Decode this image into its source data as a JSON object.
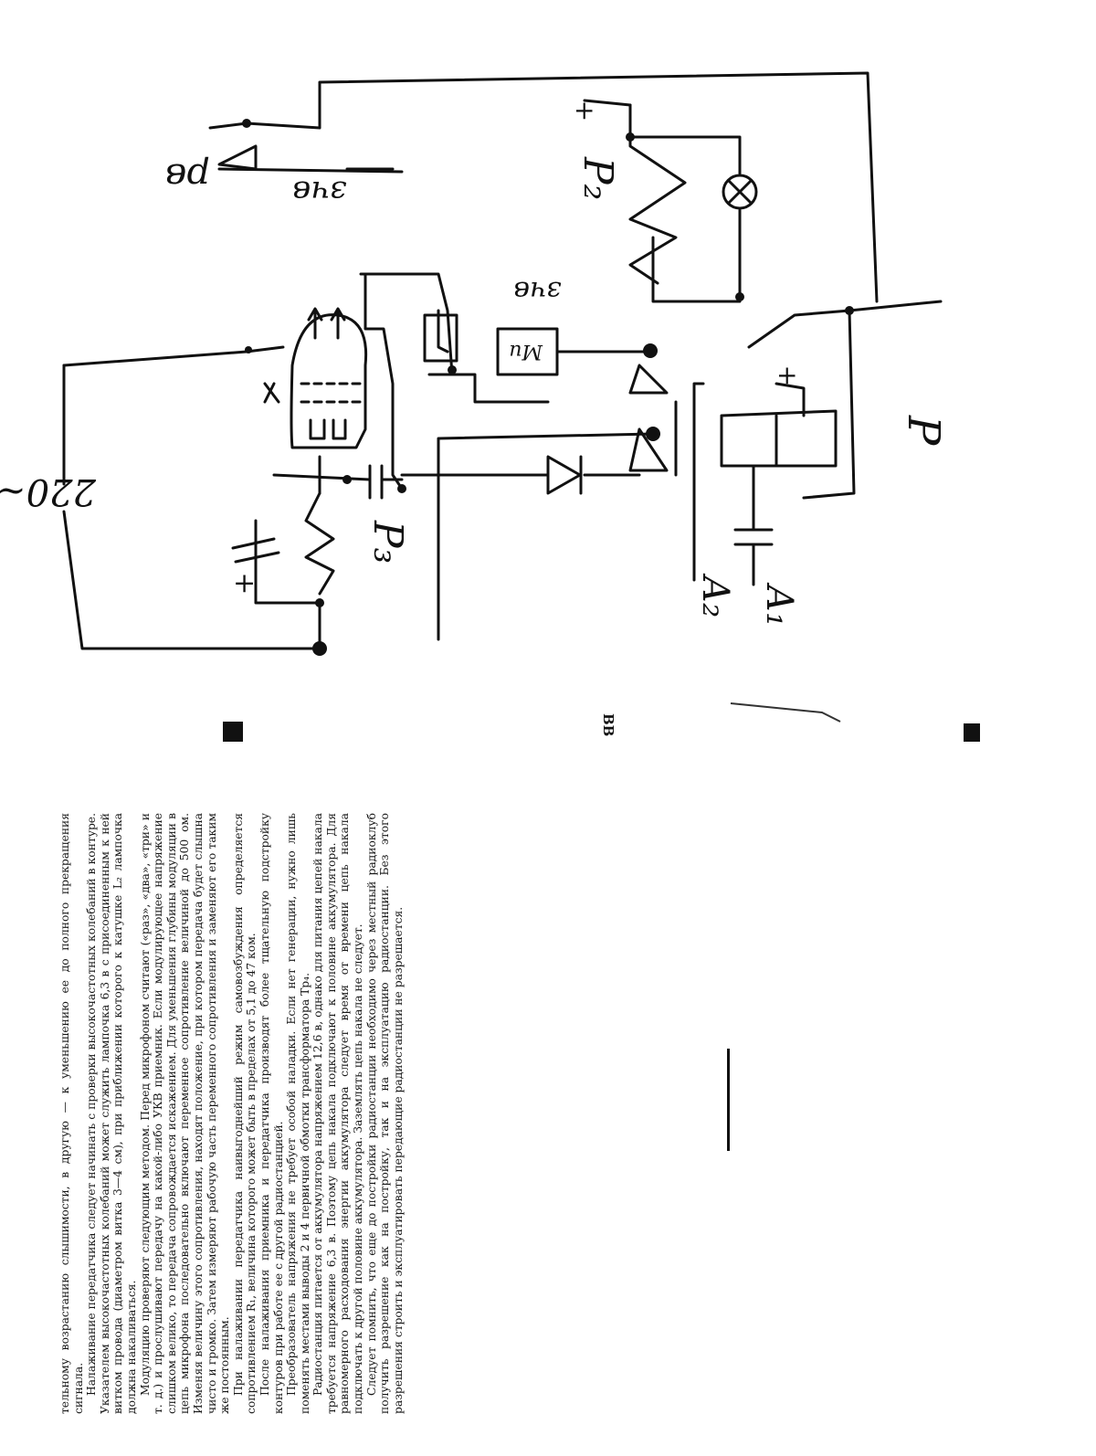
{
  "schematic": {
    "labels": {
      "rb_top": "рв",
      "sg_top": "зчв",
      "sg_box": "зчв",
      "r2": "Р₂",
      "r3": "Р₃",
      "mic": "Ми",
      "r_right": "Р",
      "a_left": "А₂",
      "a_right": "А₁",
      "v220": "220~",
      "plus": "+"
    }
  },
  "page_number": "BB",
  "article": {
    "paragraphs": [
      "тельному возрастанию слышимости, в другую — к уменьшению ее до полного прекращения сигнала.",
      "Налаживание передатчика следует начинать с проверки высокочастотных колебаний в контуре. Указателем высокочастотных колебаний может служить лампочка 6,3 в с присоединенным к ней витком провода (диаметром витка 3—4 см), при приближении которого к катушке L₂ лампочка должна накаливаться.",
      "Модуляцию проверяют следующим методом. Перед микрофоном считают («раз», «два», «три» и т. д.) и прослушивают передачу на какой-либо УКВ приемник. Если модулирующее напряжение слишком велико, то передача сопровождается искажением. Для уменьшения глубины модуляции в цепь микрофона последовательно включают переменное сопротивление величиной до 500 ом. Изменяя величину этого сопротивления, находят положение, при котором передача будет слышна чисто и громко. Затем измеряют рабочую часть переменного сопротивления и заменяют его таким же постоянным.",
      "При налаживании передатчика наивыгоднейший режим самовозбуждения определяется сопротивлением R₁, величина которого может быть в пределах от 5,1 до 47 ком.",
      "После налаживания приемника и передатчика производят более тщательную подстройку контуров при работе ее с другой радиостанцией.",
      "Преобразователь напряжения не требует особой наладки. Если нет генерации, нужно лишь поменять местами выводы 2 и 4 первичной обмотки трансформатора Тр₄.",
      "Радиостанция питается от аккумулятора напряжением 12,6 в, однако для питания цепей накала требуется напряжение 6,3 в. Поэтому цепь накала подключают к половине аккумулятора. Для равномерного расходования энергии аккумулятора следует время от времени цепь накала подключать к другой половине аккумулятора. Заземлять цепь накала не следует.",
      "Следует помнить, что еще до постройки радиостанции необходимо через местный радиоклуб получить разрешение как на постройку, так и на эксплуатацию радиостанции. Без этого разрешения строить и эксплуатировать передающие радиостанции не разрешается."
    ]
  }
}
